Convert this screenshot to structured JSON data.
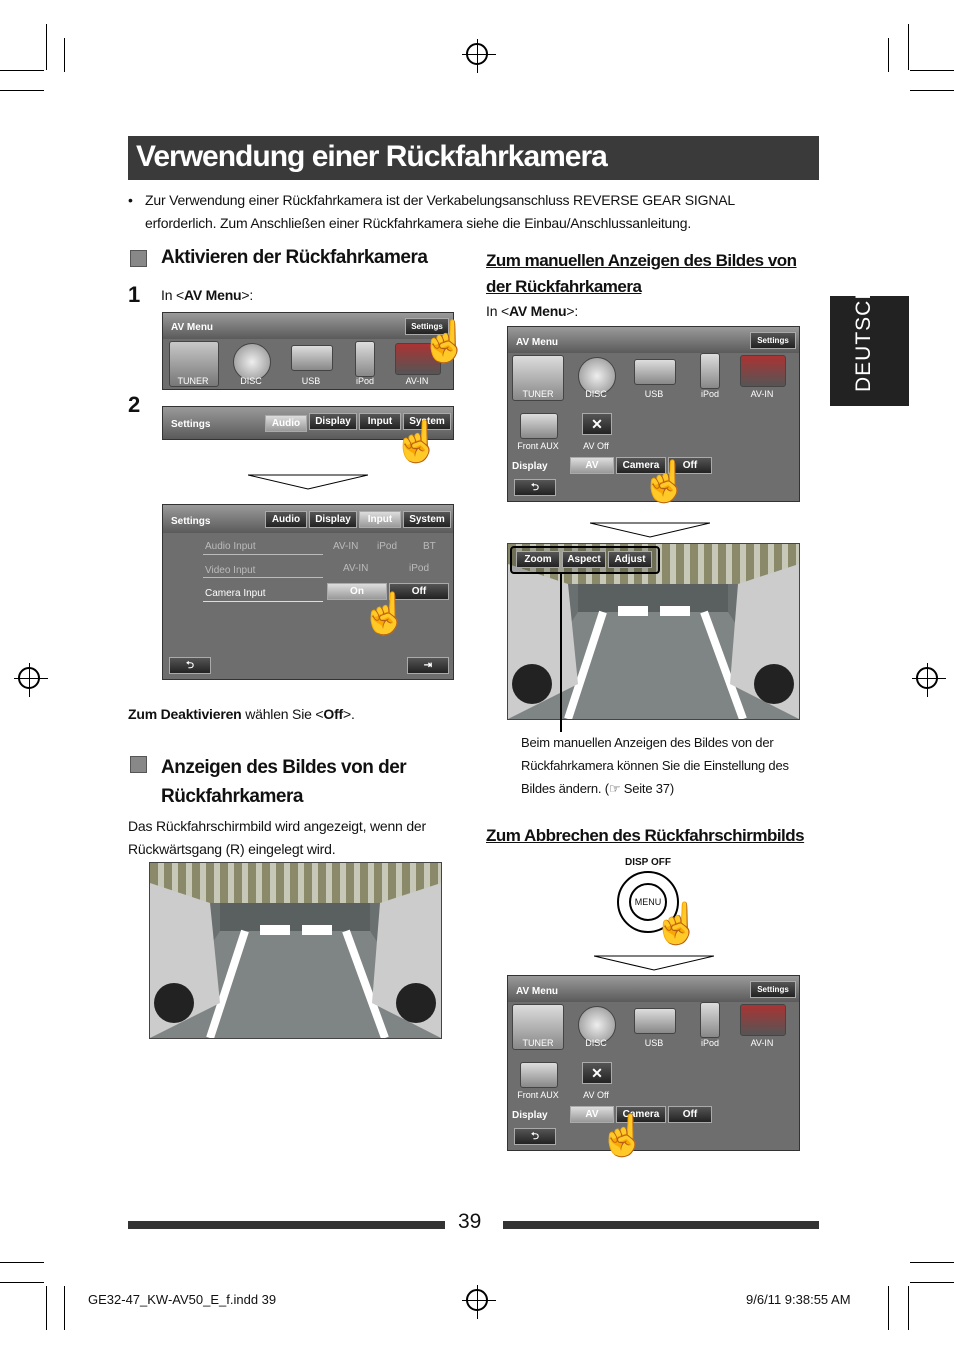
{
  "title": "Verwendung einer Rückfahrkamera",
  "language_tab": "DEUTSCH",
  "intro_bullet": "Zur Verwendung einer Rückfahrkamera ist der Verkabelungsanschluss REVERSE GEAR SIGNAL erforderlich. Zum Anschließen einer Rückfahrkamera siehe die Einbau/Anschlussanleitung.",
  "left": {
    "section1_heading": "Aktivieren der Rückfahrkamera",
    "step1_num": "1",
    "step1_pre": "In <",
    "step1_bold": "AV Menu",
    "step1_post": ">:",
    "step2_num": "2",
    "deactivate_bold": "Zum Deaktivieren",
    "deactivate_mid": " wählen Sie <",
    "deactivate_off": "Off",
    "deactivate_end": ">.",
    "section2_heading_l1": "Anzeigen des Bildes von der",
    "section2_heading_l2": "Rückfahrkamera",
    "section2_text": "Das Rückfahrschirmbild wird angezeigt, wenn der Rückwärtsgang (R) eingelegt wird."
  },
  "right": {
    "sub1_heading_l1": "Zum manuellen Anzeigen des Bildes von",
    "sub1_heading_l2": "der Rückfahrkamera",
    "sub1_pre": "In <",
    "sub1_bold": "AV Menu",
    "sub1_post": ">:",
    "note": "Beim manuellen Anzeigen des Bildes von der Rückfahrkamera können Sie die Einstellung des Bildes ändern. (☞ Seite 37)",
    "sub2_heading": "Zum Abbrechen des Rückfahrschirmbilds",
    "disp_off": "DISP OFF",
    "menu_btn": "MENU"
  },
  "screens": {
    "av_menu": "AV Menu",
    "settings_btn": "Settings",
    "icons": [
      "TUNER",
      "DISC",
      "USB",
      "iPod",
      "AV-IN"
    ],
    "front_aux": "Front AUX",
    "av_off": "AV Off",
    "display": "Display",
    "display_btns": [
      "AV",
      "Camera",
      "Off"
    ],
    "settings": "Settings",
    "tabs": [
      "Audio",
      "Display",
      "Input",
      "System"
    ],
    "rows": [
      {
        "label": "Audio Input",
        "a": "AV-IN",
        "b": "iPod",
        "c": "BT"
      },
      {
        "label": "Video Input",
        "a": "AV-IN",
        "b": "iPod"
      },
      {
        "label": "Camera Input",
        "a": "On",
        "b": "Off"
      }
    ],
    "cam_btns": [
      "Zoom",
      "Aspect",
      "Adjust"
    ]
  },
  "page_number": "39",
  "footer_left": "GE32-47_KW-AV50_E_f.indd   39",
  "footer_right": "9/6/11   9:38:55 AM"
}
